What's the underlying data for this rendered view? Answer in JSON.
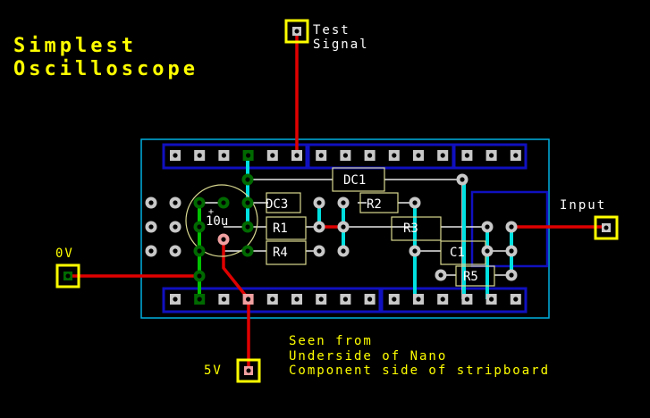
{
  "title": {
    "line1": "Simplest",
    "line2": "Oscilloscope"
  },
  "terminals": {
    "test_signal": {
      "line1": "Test",
      "line2": "Signal"
    },
    "input": "Input",
    "zero_v": "0V",
    "five_v": "5V"
  },
  "components": {
    "dc1": "DC1",
    "dc3": "DC3",
    "r1": "R1",
    "r2": "R2",
    "r3": "R3",
    "r4": "R4",
    "r5": "R5",
    "c1": "C1",
    "cap": "10u"
  },
  "note": {
    "line1": "Seen from",
    "line2": "Underside of Nano",
    "line3": "Component side of stripboard"
  },
  "colors": {
    "background": "#000000",
    "title": "#ffff00",
    "label": "#ffffff",
    "note": "#ffff00",
    "board_outline": "#00b0e0",
    "header": "#1010c0",
    "pad": "#c8c8c8",
    "pad_green": "#006a00",
    "pad_pink": "#f0a0a0",
    "wire_red": "#e00000",
    "wire_cyan": "#00e0e0",
    "wire_white": "#e8e8e8",
    "part_outline": "#d8d890",
    "terminal_box": "#ffff00"
  }
}
